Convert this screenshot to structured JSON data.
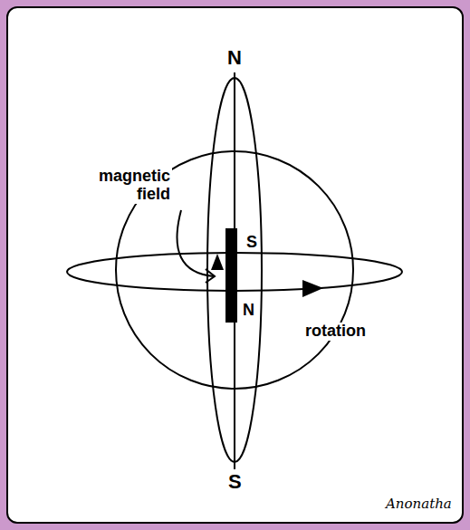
{
  "diagram": {
    "labels": [
      "N",
      "magnetic field",
      "S",
      "N",
      "rotation",
      "S",
      "Anonatha"
    ]
  }
}
